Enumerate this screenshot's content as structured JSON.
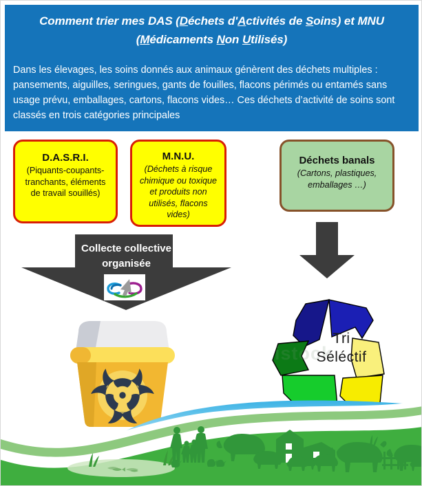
{
  "poster": {
    "header": {
      "title_line1_pre": "Comment trier mes DAS (",
      "title_d": "D",
      "title_l1_b": "échets d'",
      "title_a": "A",
      "title_l1_c": "ctivités de ",
      "title_s": "S",
      "title_l1_d": "oins) et MNU",
      "title_line2_pre": "(",
      "title_m": "M",
      "title_l2_b": "édicaments ",
      "title_n": "N",
      "title_l2_c": "on ",
      "title_u": "U",
      "title_l2_d": "tilisés)",
      "title_plain": "Comment trier mes DAS (Déchets d'Activités de Soins) et MNU (Médicaments Non Utilisés)",
      "body": "Dans les élevages, les soins donnés aux animaux génèrent des déchets multiples : pansements, aiguilles, seringues, gants de fouilles, flacons périmés ou entamés sans usage prévu, emballages, cartons, flacons vides… Ces déchets d’activité de soins sont classés en trois catégories principales",
      "bg_color": "#1574BA",
      "text_color": "#FFFFFF"
    },
    "categories": [
      {
        "id": "dasri",
        "title": "D.A.S.R.I.",
        "subtitle": "(Piquants-coupants-tranchants, éléments de travail souillés)",
        "fill_color": "#FFFF00",
        "border_color": "#D81E05",
        "italic": false
      },
      {
        "id": "mnu",
        "title": "M.N.U.",
        "subtitle": "(Déchets à risque chimique ou toxique et produits non utilisés, flacons vides)",
        "fill_color": "#FFFF00",
        "border_color": "#D81E05",
        "italic": true
      },
      {
        "id": "banals",
        "title": "Déchets banals",
        "subtitle": "(Cartons, plastiques, emballages …)",
        "fill_color": "#A8D5A2",
        "border_color": "#86522A",
        "italic": true
      }
    ],
    "flow": {
      "left_arrow_label_line1": "Collecte collective",
      "left_arrow_label_line2": "organisée",
      "arrow_color": "#3C3C3C",
      "collecte_logo_name": "collecte-organisee-logo"
    },
    "outcomes": {
      "sharps_container_label": "conteneur DASRI jaune avec symbole biohazard",
      "recycle_text_line1": "Tri",
      "recycle_text_line2": "Séléctif",
      "recycle_colors": [
        "#1A1A8C",
        "#00A52B",
        "#F6E94A",
        "#F2E600",
        "#1E8B1E"
      ],
      "watermark_text": "istock"
    },
    "footer": {
      "landscape_label": "paysage d'élevage avec silhouettes d'animaux et d'éleveurs",
      "green_primary": "#3FAE3F",
      "green_light": "#8DC97E",
      "sky_color": "#29ABE2"
    }
  }
}
